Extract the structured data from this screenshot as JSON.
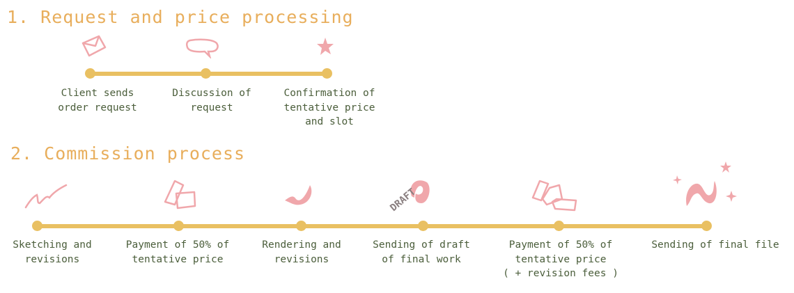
{
  "colors": {
    "title": "#e8ae5c",
    "line": "#e9c062",
    "text": "#4b5e3b",
    "icon": "#f0a7ab"
  },
  "section1": {
    "title": "1. Request and price processing",
    "steps": [
      {
        "icon": "envelope-icon",
        "lines": [
          "Client sends",
          "order request"
        ]
      },
      {
        "icon": "speech-bubble-icon",
        "lines": [
          "Discussion of",
          "request"
        ]
      },
      {
        "icon": "star-icon",
        "lines": [
          "Confirmation of",
          "tentative price",
          "and slot"
        ]
      }
    ]
  },
  "section2": {
    "title": "2. Commission process",
    "steps": [
      {
        "icon": "sketch-stroke-icon",
        "lines": [
          "Sketching and",
          "revisions"
        ]
      },
      {
        "icon": "money-icon",
        "lines": [
          "Payment of 50% of",
          "tentative price"
        ]
      },
      {
        "icon": "brush-stroke-icon",
        "lines": [
          "Rendering and",
          "revisions"
        ]
      },
      {
        "icon": "draft-icon",
        "icon_text": "DRAFT",
        "lines": [
          "Sending of draft",
          "of final work"
        ]
      },
      {
        "icon": "money-stack-icon",
        "lines": [
          "Payment of 50% of",
          "tentative price",
          "( + revision fees )"
        ]
      },
      {
        "icon": "sparkle-stroke-icon",
        "lines": [
          "Sending of final file"
        ]
      }
    ]
  }
}
